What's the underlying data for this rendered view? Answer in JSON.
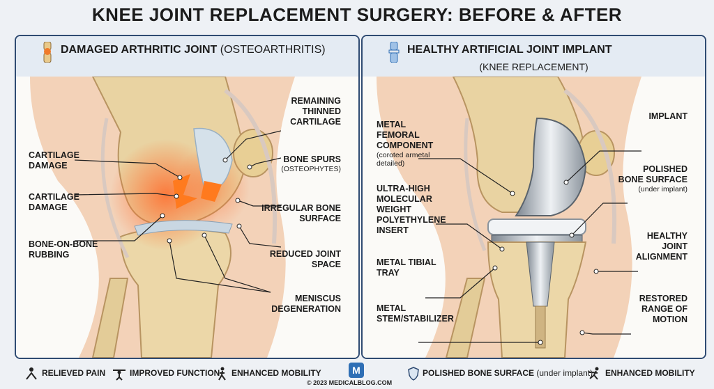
{
  "title": "KNEE JOINT REPLACEMENT SURGERY: BEFORE & AFTER",
  "left_panel": {
    "title": "DAMAGED ARTHRITIC JOINT",
    "subtitle": "(OSTEOARTHRITIS)",
    "labels": {
      "cartilage_damage_1": "CARTILAGE DAMAGE",
      "cartilage_damage_2": "CARTILAGE DAMAGE",
      "bone_on_bone": "BONE-ON-BONE RUBBING",
      "remaining_cartilage": "REMAINING THINNED CARTILAGE",
      "bone_spurs": "BONE SPURS",
      "bone_spurs_sub": "(OSTEOPHYTES)",
      "irregular_surface": "IRREGULAR BONE SURFACE",
      "reduced_space": "REDUCED JOINT SPACE",
      "meniscus": "MENISCUS DEGENERATION"
    }
  },
  "right_panel": {
    "title": "HEALTHY ARTIFICIAL JOINT IMPLANT",
    "subtitle": "(KNEE REPLACEMENT)",
    "labels": {
      "femoral": "METAL FEMORAL COMPONENT",
      "femoral_sub": "(coroted armetal detailed)",
      "insert": "ULTRA-HIGH MOLECULAR WEIGHT POLYETHYLENE INSERT",
      "tibial_tray": "METAL TIBIAL TRAY",
      "stem": "METAL STEM/STABILIZER",
      "implant": "IMPLANT",
      "polished": "POLISHED BONE SURFACE",
      "polished_sub": "(under implant)",
      "alignment": "HEALTHY JOINT ALIGNMENT",
      "range": "RESTORED RANGE OF MOTION"
    }
  },
  "footer": {
    "items": [
      "RELIEVED PAIN",
      "IMPROVED FUNCTION",
      "ENHANCED MOBILITY"
    ],
    "polished_bold": "POLISHED BONE SURFACE",
    "polished_rest": "(under implant)",
    "mobility_right": "ENHANCED MOBILITY",
    "copyright": "© 2023 MEDICALBLOG.COM",
    "logo_letter": "M"
  }
}
